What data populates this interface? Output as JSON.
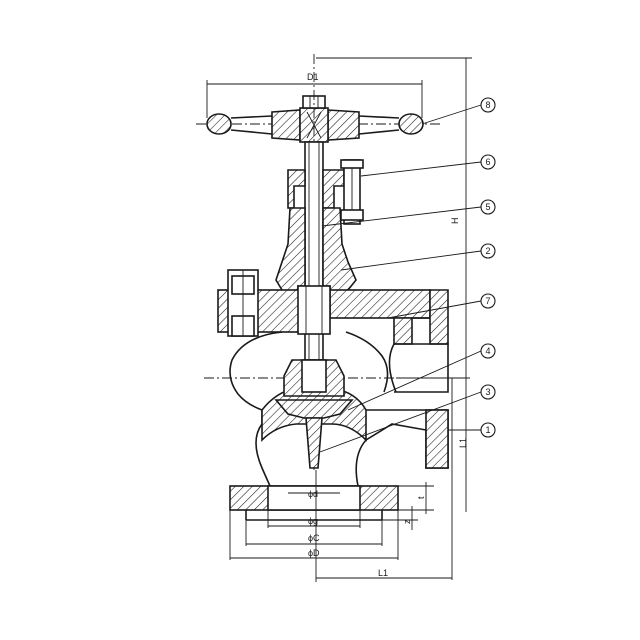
{
  "labels": {
    "d1": "D1",
    "h": "H",
    "l1_vertical": "L1",
    "phi_d": "ϕd",
    "phi_g": "ϕg",
    "phi_c": "ϕC",
    "phi_D": "ϕD",
    "l1_horizontal": "L1",
    "t": "t",
    "z": "z"
  },
  "callouts": [
    "8",
    "6",
    "5",
    "2",
    "7",
    "4",
    "3",
    "1"
  ]
}
